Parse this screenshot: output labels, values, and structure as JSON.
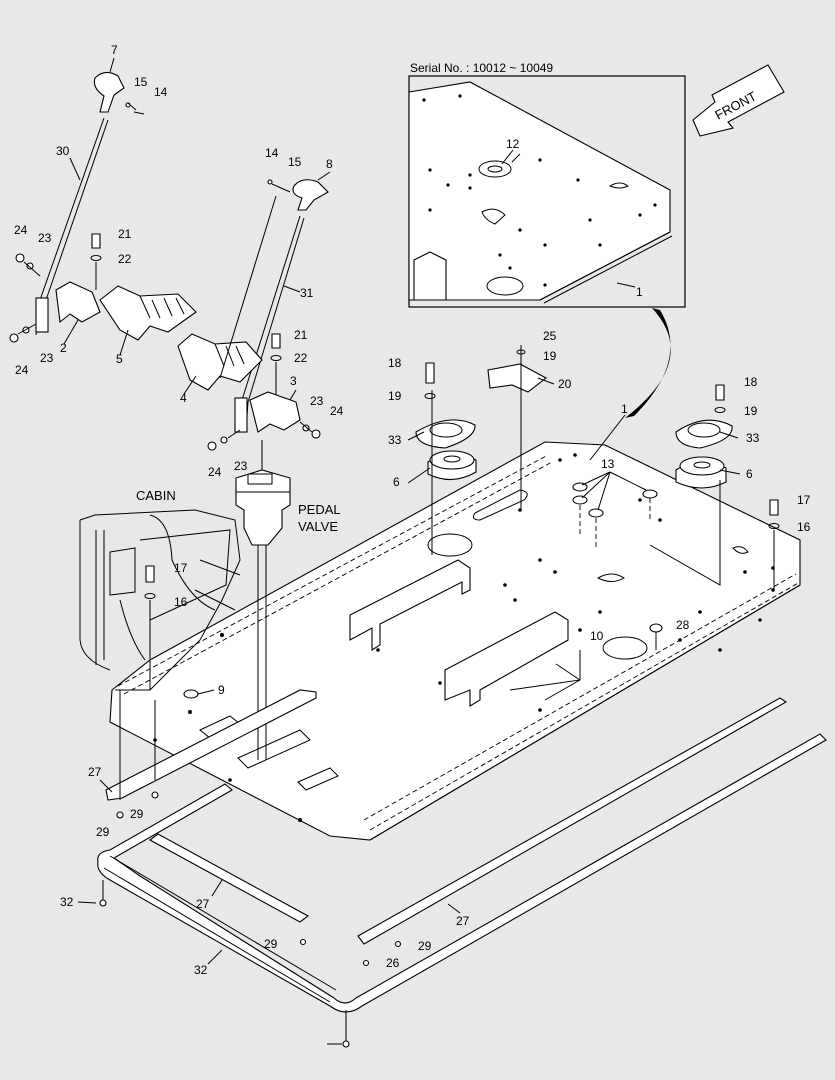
{
  "diagram": {
    "inset_title": "Serial No. : 10012 ~ 10049",
    "front_label": "FRONT",
    "cabin_label": "CABIN",
    "pedal_valve_label": [
      "PEDAL",
      "VALVE"
    ],
    "callouts": [
      "7",
      "15",
      "14",
      "30",
      "14",
      "15",
      "8",
      "24",
      "23",
      "21",
      "22",
      "31",
      "2",
      "5",
      "21",
      "22",
      "3",
      "4",
      "23",
      "24",
      "24",
      "23",
      "23",
      "24",
      "12",
      "1",
      "25",
      "19",
      "18",
      "20",
      "19",
      "33",
      "6",
      "1",
      "13",
      "18",
      "19",
      "33",
      "6",
      "17",
      "16",
      "17",
      "16",
      "28",
      "10",
      "9",
      "27",
      "29",
      "29",
      "32",
      "27",
      "27",
      "29",
      "29",
      "26",
      "32"
    ]
  }
}
